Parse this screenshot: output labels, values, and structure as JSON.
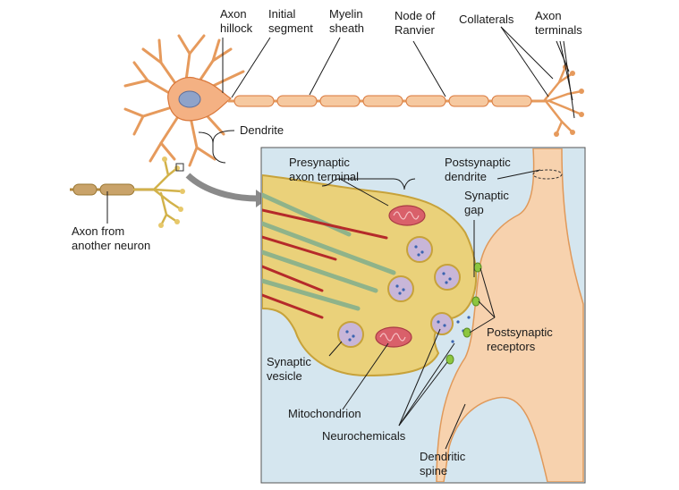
{
  "labels": {
    "axon_hillock": [
      "Axon",
      "hillock"
    ],
    "initial_segment": [
      "Initial",
      "segment"
    ],
    "myelin_sheath": [
      "Myelin",
      "sheath"
    ],
    "node_of_ranvier": [
      "Node of",
      "Ranvier"
    ],
    "collaterals": [
      "Collaterals"
    ],
    "axon_terminals": [
      "Axon",
      "terminals"
    ],
    "dendrite": [
      "Dendrite"
    ],
    "axon_from_another_neuron": [
      "Axon from",
      "another neuron"
    ],
    "presynaptic_axon_terminal": [
      "Presynaptic",
      "axon terminal"
    ],
    "postsynaptic_dendrite": [
      "Postsynaptic",
      "dendrite"
    ],
    "synaptic_gap": [
      "Synaptic",
      "gap"
    ],
    "postsynaptic_receptors": [
      "Postsynaptic",
      "receptors"
    ],
    "synaptic_vesicle": [
      "Synaptic",
      "vesicle"
    ],
    "mitochondrion": [
      "Mitochondrion"
    ],
    "neurochemicals": [
      "Neurochemicals"
    ],
    "dendritic_spine": [
      "Dendritic",
      "spine"
    ]
  },
  "colors": {
    "neuron_body": "#f4b183",
    "neuron_outline": "#d9773a",
    "nucleus": "#8fa3c9",
    "myelin": "#f6c9a0",
    "inset_background": "#d5e6ef",
    "terminal_fill": "#ead17a",
    "terminal_outline": "#c7a23a",
    "dendrite_fill": "#f7d2ae",
    "microtubule_green": "#8fb38a",
    "microtubule_red": "#b52a2a",
    "vesicle": "#c8b6d8",
    "mitochondrion": "#d9606a",
    "receptor": "#8cc63f",
    "other_axon": "#e7c86a"
  }
}
